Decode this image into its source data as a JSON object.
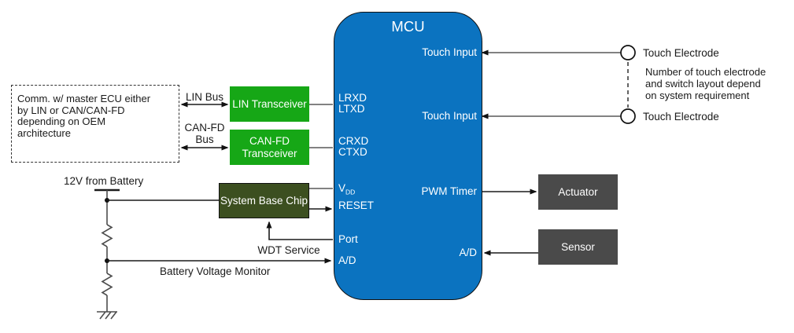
{
  "colors": {
    "mcu_blue": "#0b73c0",
    "transceiver_green": "#16a716",
    "sbc_olive": "#3c4f20",
    "device_gray": "#4a4a4a",
    "line_gray": "#595959",
    "line_dark": "#1a1a1a"
  },
  "mcu": {
    "title": "MCU",
    "pins": {
      "touch_input_top": "Touch Input",
      "touch_input_bottom": "Touch Input",
      "lrxd": "LRXD",
      "ltxd": "LTXD",
      "crxd": "CRXD",
      "ctxd": "CTXD",
      "vdd_base": "V",
      "vdd_sub": "DD",
      "reset": "RESET",
      "port": "Port",
      "ad_left": "A/D",
      "pwm_timer": "PWM Timer",
      "ad_right": "A/D"
    }
  },
  "blocks": {
    "lin_transceiver": "LIN Transceiver",
    "can_fd_transceiver": "CAN-FD Transceiver",
    "system_base_chip": "System Base Chip",
    "actuator": "Actuator",
    "sensor": "Sensor"
  },
  "buses": {
    "lin_bus": "LIN Bus",
    "can_fd_bus": "CAN-FD Bus"
  },
  "power": {
    "battery_label": "12V from Battery",
    "wdt_service": "WDT Service",
    "battery_voltage_monitor": "Battery Voltage Monitor"
  },
  "touch": {
    "electrode_top": "Touch Electrode",
    "electrode_bottom": "Touch Electrode",
    "note_lines": [
      "Number of touch electrode",
      "and switch layout depend",
      "on system requirement"
    ]
  },
  "ecu_note": {
    "lines": [
      "Comm. w/ master ECU either",
      "by LIN or CAN/CAN-FD",
      "depending on OEM",
      "architecture"
    ]
  }
}
